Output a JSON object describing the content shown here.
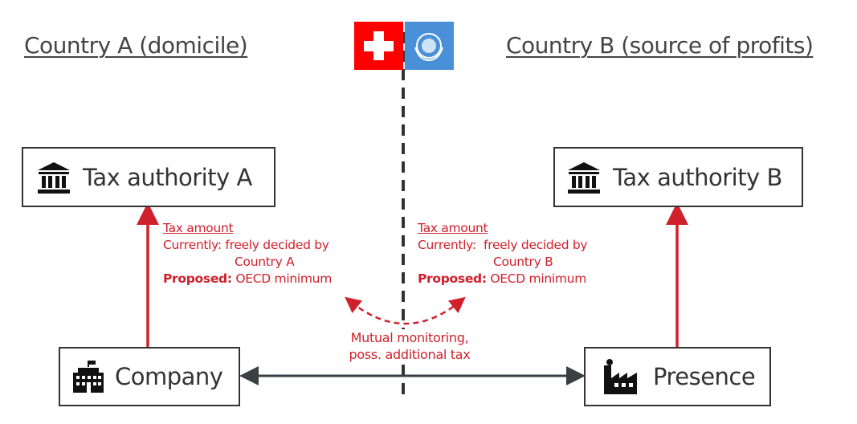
{
  "headings": {
    "left": "Country A (domicile)",
    "right": "Country B (source of profits)"
  },
  "flags": {
    "left": "swiss-flag",
    "right": "un-flag"
  },
  "boxes": {
    "tax_a": "Tax authority A",
    "tax_b": "Tax authority B",
    "company": "Company",
    "presence": "Presence"
  },
  "notes": {
    "left": {
      "title": "Tax amount",
      "currently_label": "Currently:",
      "currently_text": " freely decided by",
      "currently_text2": "Country A",
      "proposed_label": "Proposed:",
      "proposed_text": " OECD minimum"
    },
    "right": {
      "title": "Tax amount",
      "currently_label": "Currently:",
      "currently_text": "  freely decided by",
      "currently_text2": "Country B",
      "proposed_label": "Proposed:",
      "proposed_text": " OECD minimum"
    }
  },
  "monitoring": {
    "line1": "Mutual monitoring,",
    "line2": "poss. additional tax"
  },
  "colors": {
    "red": "#d0202c",
    "dark": "#333333",
    "swiss": "#ff0000",
    "un": "#4a90d9"
  }
}
